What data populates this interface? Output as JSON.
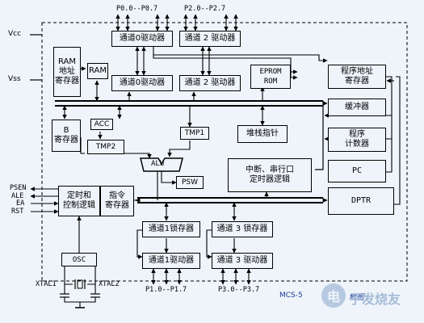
{
  "pins": {
    "vcc": "Vcc",
    "vss": "Vss",
    "psen": "PSEN",
    "ale": "ALE",
    "ea": "EA",
    "rst": "RST",
    "xtal1": "XTAL1",
    "xtal2": "XTAL2"
  },
  "ports": {
    "p0": "P0.0--P0.7",
    "p2": "P2.0--P2.7",
    "p1": "P1.0--P1.7",
    "p3": "P3.0--P3.7"
  },
  "blocks": {
    "p0_driver_top": "通道0驱动器",
    "p2_driver_top": "通道 2 驱动器",
    "ram_addr_reg": "RAM\n地址\n寄存器",
    "ram": "RAM",
    "p0_driver_mid": "通道0驱动器",
    "p2_driver_mid": "通道 2 驱动器",
    "eprom_rom": "EPROM\nROM",
    "prog_addr_reg": "程序地址\n寄存器",
    "b_reg": "B\n寄存器",
    "acc": "ACC",
    "tmp2": "TMP2",
    "tmp1": "TMP1",
    "stack_ptr": "堆栈指针",
    "buffer": "缓冲器",
    "prog_counter": "程序\n计数器",
    "pc": "PC",
    "alu": "ALU",
    "psw": "PSW",
    "interrupt": "中断、串行口\n定时器逻辑",
    "timing_ctrl": "定时和\n控制逻辑",
    "instr_reg": "指令\n寄存器",
    "dptr": "DPTR",
    "p1_latch": "通道1锁存器",
    "p3_latch": "通道 3 锁存器",
    "p1_driver": "通道1驱动器",
    "p3_driver": "通道 3 驱动器",
    "osc": "OSC"
  },
  "caption": "MCS-5",
  "caption_tail": "框图",
  "watermark": {
    "logo_char": "电",
    "text": "子发烧友"
  },
  "colors": {
    "background": "#eef4fa",
    "line": "#000000",
    "caption": "#1a3a9a",
    "watermark": "#a6bcd6"
  }
}
